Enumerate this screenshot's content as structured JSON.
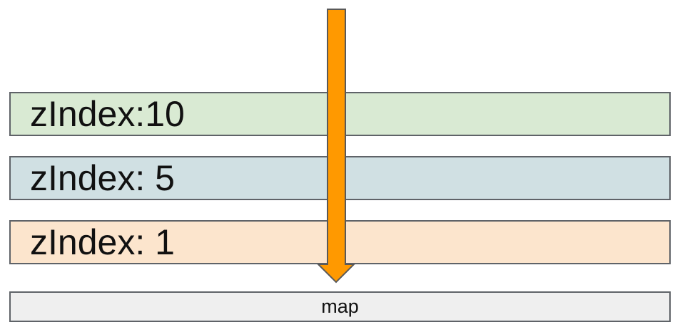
{
  "layers": [
    {
      "label": "zIndex:10",
      "color": "#d9ead3"
    },
    {
      "label": "zIndex: 5",
      "color": "#d0e0e3"
    },
    {
      "label": "zIndex: 1",
      "color": "#fce5cd"
    }
  ],
  "map": {
    "label": "map",
    "color": "#efefef"
  },
  "arrow": {
    "color": "#ff9900",
    "stroke": "#595959",
    "direction": "down"
  }
}
